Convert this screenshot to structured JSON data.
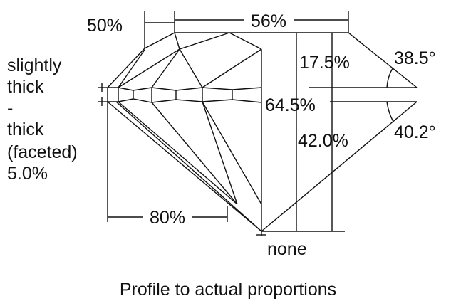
{
  "labels": {
    "star_length": "50%",
    "table": "56%",
    "crown_height": "17.5%",
    "crown_angle": "38.5°",
    "total_depth": "64.5%",
    "pavilion_depth": "42.0%",
    "pavilion_angle": "40.2°",
    "lower_half": "80%",
    "culet": "none",
    "girdle": [
      "slightly",
      "thick",
      "-",
      "thick",
      "(faceted)",
      "5.0%"
    ]
  },
  "caption": "Profile to actual proportions",
  "colors": {
    "line": "#111111",
    "background": "#ffffff"
  }
}
